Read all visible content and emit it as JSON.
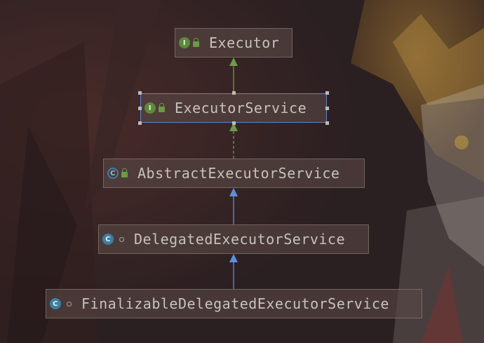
{
  "diagram": {
    "nodes": [
      {
        "id": "executor",
        "label": "Executor",
        "kind": "interface",
        "badge_letter": "I",
        "marker": "lock"
      },
      {
        "id": "executor-service",
        "label": "ExecutorService",
        "kind": "interface",
        "badge_letter": "I",
        "marker": "lock",
        "selected": true
      },
      {
        "id": "abstract-executor-service",
        "label": "AbstractExecutorService",
        "kind": "abstract-class",
        "badge_letter": "C",
        "marker": "lock"
      },
      {
        "id": "delegated-executor-service",
        "label": "DelegatedExecutorService",
        "kind": "class",
        "badge_letter": "C",
        "marker": "package-private"
      },
      {
        "id": "finalizable-delegated-executor-service",
        "label": "FinalizableDelegatedExecutorService",
        "kind": "class",
        "badge_letter": "C",
        "marker": "package-private"
      }
    ],
    "edges": [
      {
        "from": "executor-service",
        "to": "executor",
        "type": "extends-interface"
      },
      {
        "from": "abstract-executor-service",
        "to": "executor-service",
        "type": "implements"
      },
      {
        "from": "delegated-executor-service",
        "to": "abstract-executor-service",
        "type": "extends"
      },
      {
        "from": "finalizable-delegated-executor-service",
        "to": "delegated-executor-service",
        "type": "extends"
      }
    ],
    "colors": {
      "interface_badge": "#5c8a3a",
      "class_badge": "#3b7fa6",
      "selection_border": "#5f86c9",
      "interface_edge": "#6f9a4c",
      "class_edge": "#5b8ee0"
    },
    "icons": {
      "interface": "interface-icon",
      "class": "class-icon",
      "abstract-class": "abstract-class-icon",
      "lock": "lock-icon",
      "package-private": "package-private-icon"
    }
  }
}
